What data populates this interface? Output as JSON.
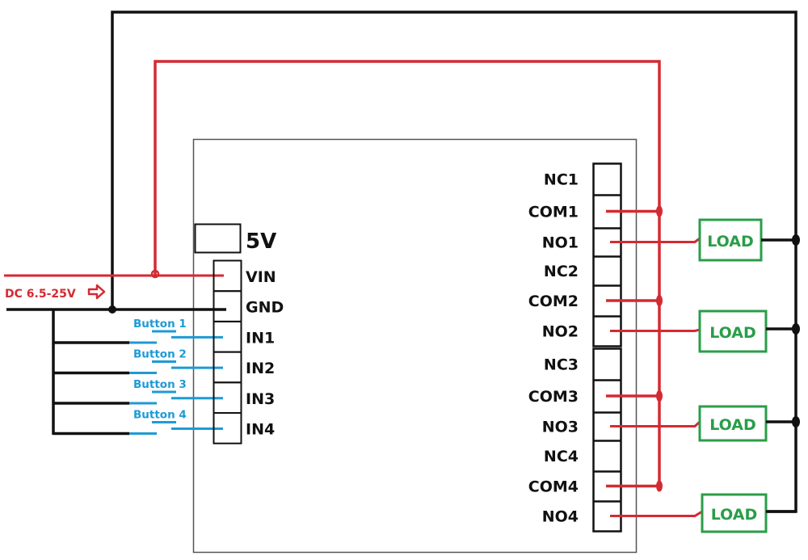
{
  "colors": {
    "power": "#d42a32",
    "ground": "#111111",
    "button": "#1e9ad6",
    "load": "#2a9d49",
    "board": "#555555"
  },
  "board": {
    "jumper_label": "5V",
    "input_pins": [
      "VIN",
      "GND",
      "IN1",
      "IN2",
      "IN3",
      "IN4"
    ],
    "relay_pins": [
      "NC1",
      "COM1",
      "NO1",
      "NC2",
      "COM2",
      "NO2",
      "NC3",
      "COM3",
      "NO3",
      "NC4",
      "COM4",
      "NO4"
    ]
  },
  "supply": {
    "label": "DC 6.5-25V",
    "arrow_icon": "right-arrow-icon"
  },
  "buttons": [
    "Button 1",
    "Button 2",
    "Button 3",
    "Button 4"
  ],
  "loads": [
    "LOAD",
    "LOAD",
    "LOAD",
    "LOAD"
  ]
}
